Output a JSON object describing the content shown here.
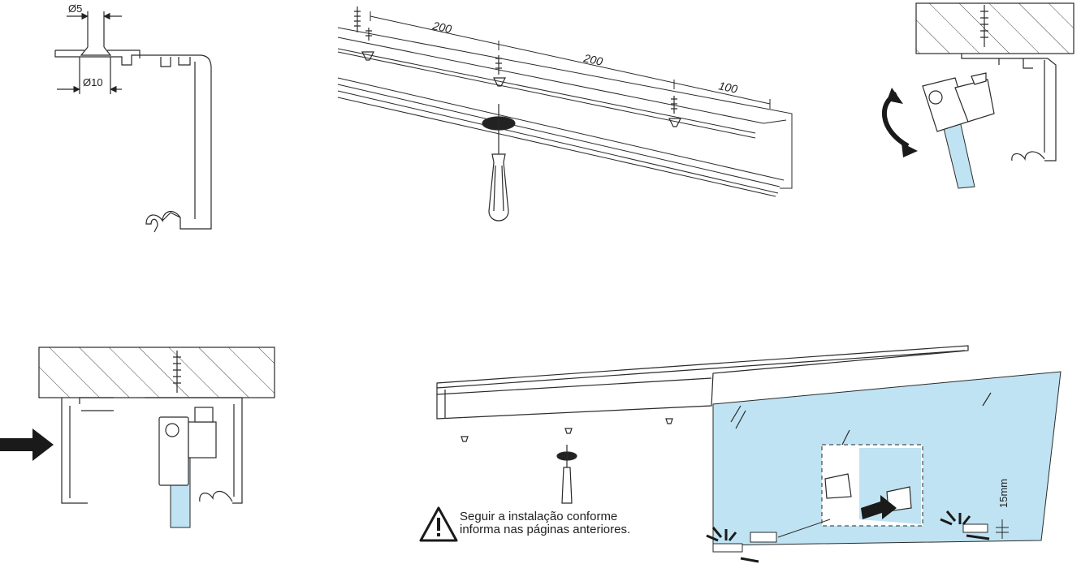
{
  "diagram": {
    "profile_section": {
      "dim_top": "Ø5",
      "dim_bottom": "Ø10"
    },
    "rail_spacing": {
      "dims": [
        "200",
        "200",
        "100"
      ]
    },
    "glass_stop": {
      "height_dim": "15mm"
    },
    "note": {
      "line1": "Seguir a instalação conforme",
      "line2": "informa nas páginas anteriores."
    },
    "colors": {
      "line": "#2a2a2a",
      "glass": "#bfe3f2",
      "hatch_bg": "#ffffff",
      "arrow": "#1a1a1a"
    }
  }
}
